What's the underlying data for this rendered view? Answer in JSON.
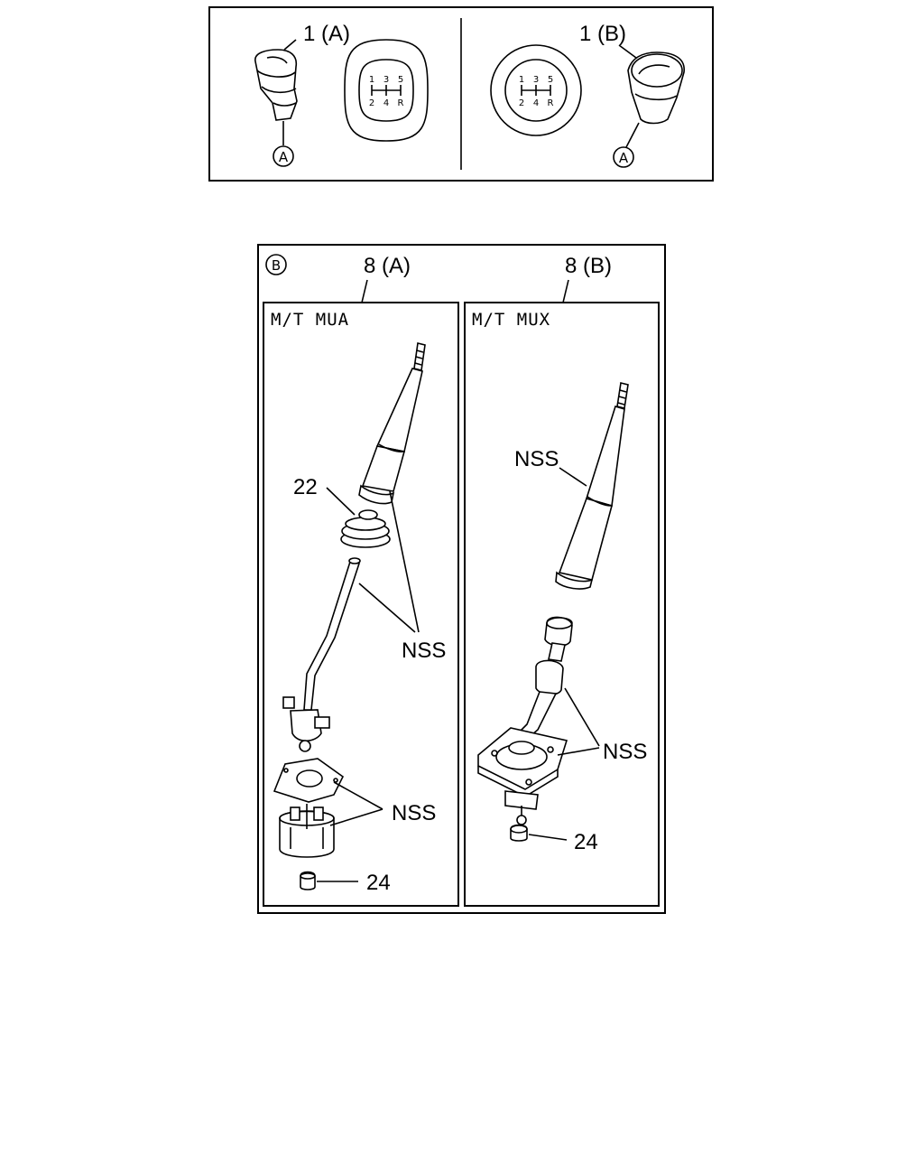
{
  "top_panel": {
    "knob_a_label": "1 (A)",
    "knob_b_label": "1 (B)",
    "ref_a_left": "A",
    "ref_a_right": "A",
    "pattern_a": {
      "top": [
        "1",
        "3",
        "5"
      ],
      "bottom": [
        "2",
        "4",
        "R"
      ]
    },
    "pattern_b": {
      "top": [
        "1",
        "3",
        "5"
      ],
      "bottom": [
        "2",
        "4",
        "R"
      ]
    }
  },
  "bottom_panel": {
    "ref_b": "B",
    "label_8a": "8 (A)",
    "label_8b": "8 (B)",
    "left": {
      "title": "M/T  MUA",
      "label_22": "22",
      "label_nss_1": "NSS",
      "label_nss_2": "NSS",
      "label_24": "24"
    },
    "right": {
      "title": "M/T  MUX",
      "label_nss_1": "NSS",
      "label_nss_2": "NSS",
      "label_24": "24"
    }
  }
}
